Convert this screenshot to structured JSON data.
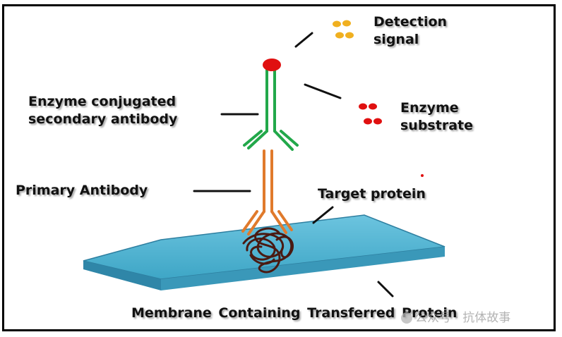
{
  "labels": {
    "detection": [
      "Detection",
      "signal"
    ],
    "enzyme_substrate": [
      "Enzyme",
      "substrate"
    ],
    "secondary_antibody": [
      "Enzyme conjugated",
      "secondary antibody"
    ],
    "primary_antibody": "Primary Antibody",
    "target_protein": "Target protein",
    "membrane": "Membrane Containing Transferred Protein"
  },
  "watermark": "公众号 · 抗体故事",
  "colors": {
    "membrane_top": "#4ab0cf",
    "membrane_edge": "#2e7fa0",
    "secondary_antibody": "#22a84a",
    "primary_antibody": "#e07a2c",
    "enzyme": "#e01010",
    "detection_signal": "#f0b020",
    "protein": "#4a1a12"
  },
  "icons": {
    "enzyme": "red-dot",
    "detection_signal": "yellow-dots",
    "substrate": "red-dots"
  }
}
